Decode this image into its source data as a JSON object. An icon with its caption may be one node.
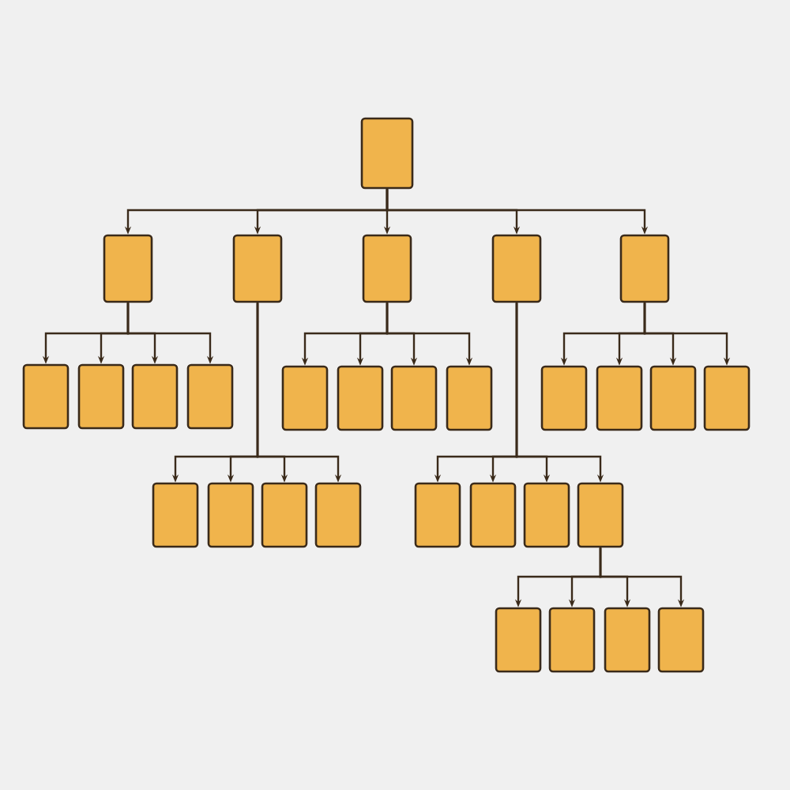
{
  "diagram": {
    "nodes": [
      {
        "text": [],
        "shape": "box"
      },
      {
        "text": [],
        "shape": "box"
      },
      {
        "text": [],
        "shape": "box"
      },
      {
        "text": [],
        "shape": "box"
      },
      {
        "text": [],
        "shape": "box"
      },
      {
        "text": [],
        "shape": "box"
      },
      {
        "text": [],
        "shape": "box"
      },
      {
        "text": [],
        "shape": "box"
      },
      {
        "text": [],
        "shape": "box"
      },
      {
        "text": [],
        "shape": "box"
      },
      {
        "text": [],
        "shape": "box"
      },
      {
        "text": [],
        "shape": "box"
      },
      {
        "text": [],
        "shape": "box"
      },
      {
        "text": [],
        "shape": "box"
      },
      {
        "text": [],
        "shape": "box"
      },
      {
        "text": [],
        "shape": "box"
      },
      {
        "text": [],
        "shape": "box"
      },
      {
        "text": [],
        "shape": "box"
      },
      {
        "text": [],
        "shape": "box"
      },
      {
        "text": [],
        "shape": "box"
      },
      {
        "text": [],
        "shape": "box"
      },
      {
        "text": [],
        "shape": "box"
      },
      {
        "text": [],
        "shape": "box"
      },
      {
        "text": [],
        "shape": "box"
      },
      {
        "text": [],
        "shape": "box"
      },
      {
        "text": [],
        "shape": "box"
      },
      {
        "text": [],
        "shape": "box"
      },
      {
        "text": [],
        "shape": "box"
      },
      {
        "text": [],
        "shape": "box"
      },
      {
        "text": [],
        "shape": "box"
      }
    ],
    "edges": [
      {
        "from": 0,
        "to": 1,
        "arrow": "to"
      },
      {
        "from": 0,
        "to": 2,
        "arrow": "to"
      },
      {
        "from": 0,
        "to": 3,
        "arrow": "to"
      },
      {
        "from": 0,
        "to": 4,
        "arrow": "to"
      },
      {
        "from": 0,
        "to": 5,
        "arrow": "to"
      },
      {
        "from": 1,
        "to": 6,
        "arrow": "to"
      },
      {
        "from": 1,
        "to": 7,
        "arrow": "to"
      },
      {
        "from": 1,
        "to": 8,
        "arrow": "to"
      },
      {
        "from": 1,
        "to": 9,
        "arrow": "to"
      },
      {
        "from": 3,
        "to": 10,
        "arrow": "to"
      },
      {
        "from": 3,
        "to": 11,
        "arrow": "to"
      },
      {
        "from": 3,
        "to": 12,
        "arrow": "to"
      },
      {
        "from": 3,
        "to": 13,
        "arrow": "to"
      },
      {
        "from": 5,
        "to": 14,
        "arrow": "to"
      },
      {
        "from": 5,
        "to": 15,
        "arrow": "to"
      },
      {
        "from": 5,
        "to": 16,
        "arrow": "to"
      },
      {
        "from": 5,
        "to": 17,
        "arrow": "to"
      },
      {
        "from": 2,
        "to": 18,
        "arrow": "to"
      },
      {
        "from": 2,
        "to": 19,
        "arrow": "to"
      },
      {
        "from": 2,
        "to": 20,
        "arrow": "to"
      },
      {
        "from": 2,
        "to": 21,
        "arrow": "to"
      },
      {
        "from": 4,
        "to": 22,
        "arrow": "to"
      },
      {
        "from": 4,
        "to": 23,
        "arrow": "to"
      },
      {
        "from": 4,
        "to": 24,
        "arrow": "to"
      },
      {
        "from": 4,
        "to": 25,
        "arrow": "to"
      },
      {
        "from": 25,
        "to": 26,
        "arrow": "to"
      },
      {
        "from": 25,
        "to": 27,
        "arrow": "to"
      },
      {
        "from": 25,
        "to": 28,
        "arrow": "to"
      },
      {
        "from": 25,
        "to": 29,
        "arrow": "to"
      }
    ]
  }
}
